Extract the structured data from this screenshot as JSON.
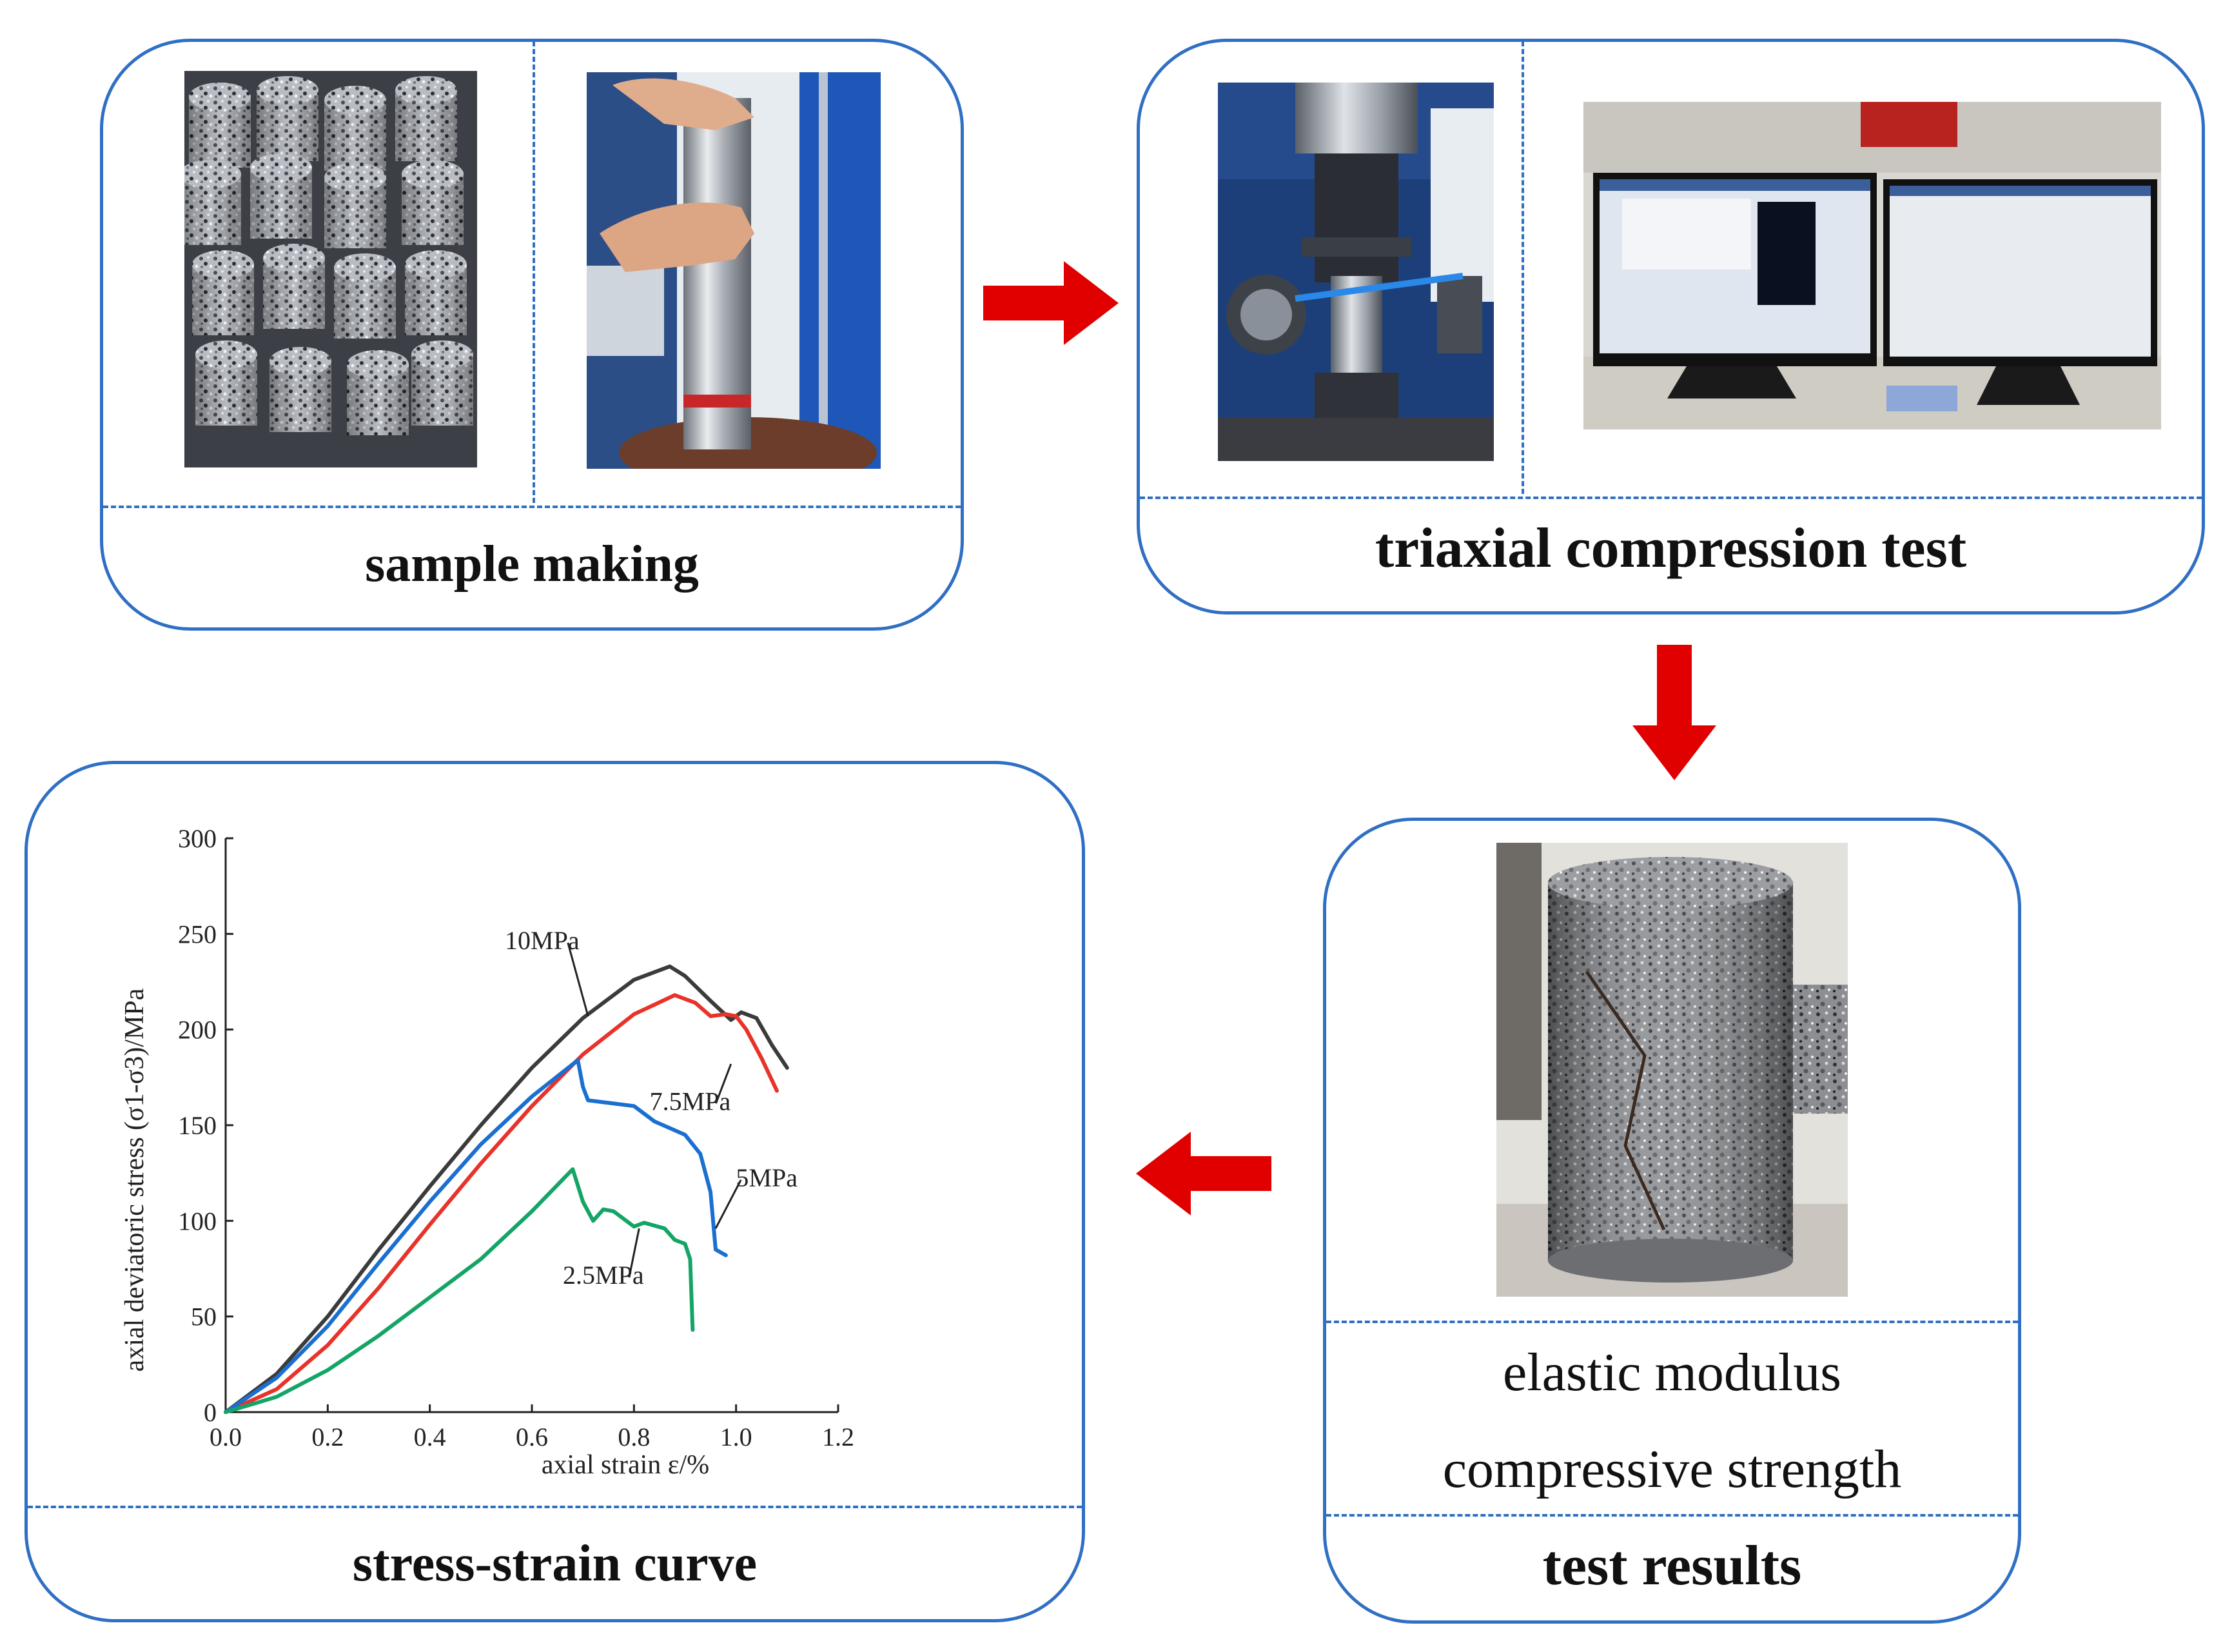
{
  "panels": {
    "sample_making": {
      "caption": "sample making"
    },
    "triaxial": {
      "caption": "triaxial compression test"
    },
    "test_results": {
      "lines": [
        "elastic modulus",
        "compressive strength"
      ],
      "caption": "test results"
    },
    "stress_strain": {
      "caption": "stress-strain curve"
    }
  },
  "colors": {
    "panel_border": "#2f6fc4",
    "arrow": "#e00000"
  },
  "chart_data": {
    "type": "line",
    "xlabel": "axial strain ε/%",
    "ylabel": "axial deviatoric stress (σ1-σ3)/MPa",
    "xlim": [
      0.0,
      1.2
    ],
    "ylim": [
      0,
      300
    ],
    "xticks": [
      "0.0",
      "0.2",
      "0.4",
      "0.6",
      "0.8",
      "1.0",
      "1.2"
    ],
    "yticks": [
      "0",
      "50",
      "100",
      "150",
      "200",
      "250",
      "300"
    ],
    "grid": false,
    "series": [
      {
        "name": "10MPa",
        "color": "#3b3b3b",
        "x": [
          0.0,
          0.1,
          0.2,
          0.3,
          0.4,
          0.5,
          0.6,
          0.7,
          0.8,
          0.87,
          0.9,
          0.95,
          0.99,
          1.01,
          1.04,
          1.07,
          1.1
        ],
        "y": [
          0,
          20,
          50,
          85,
          118,
          150,
          180,
          206,
          226,
          233,
          228,
          215,
          205,
          209,
          206,
          192,
          180
        ]
      },
      {
        "name": "7.5MPa",
        "color": "#e8322a",
        "x": [
          0.0,
          0.1,
          0.2,
          0.3,
          0.4,
          0.5,
          0.6,
          0.7,
          0.8,
          0.88,
          0.92,
          0.95,
          0.98,
          1.0,
          1.02,
          1.05,
          1.08
        ],
        "y": [
          0,
          12,
          35,
          65,
          98,
          130,
          160,
          187,
          208,
          218,
          214,
          207,
          208,
          207,
          200,
          185,
          168
        ]
      },
      {
        "name": "5MPa",
        "color": "#1a6fd0",
        "x": [
          0.0,
          0.1,
          0.2,
          0.3,
          0.4,
          0.5,
          0.6,
          0.69,
          0.7,
          0.71,
          0.74,
          0.8,
          0.84,
          0.9,
          0.93,
          0.95,
          0.96,
          0.98
        ],
        "y": [
          0,
          18,
          45,
          78,
          110,
          140,
          165,
          184,
          170,
          163,
          162,
          160,
          152,
          145,
          135,
          115,
          85,
          82
        ]
      },
      {
        "name": "2.5MPa",
        "color": "#14a566",
        "x": [
          0.0,
          0.1,
          0.2,
          0.3,
          0.4,
          0.5,
          0.6,
          0.68,
          0.7,
          0.72,
          0.74,
          0.76,
          0.8,
          0.82,
          0.86,
          0.88,
          0.9,
          0.91,
          0.915
        ],
        "y": [
          0,
          8,
          22,
          40,
          60,
          80,
          105,
          127,
          110,
          100,
          106,
          105,
          97,
          99,
          96,
          90,
          88,
          80,
          43
        ]
      }
    ],
    "annotations": [
      {
        "text": "10MPa",
        "series": "10MPa"
      },
      {
        "text": "7.5MPa",
        "series": "7.5MPa"
      },
      {
        "text": "5MPa",
        "series": "5MPa"
      },
      {
        "text": "2.5MPa",
        "series": "2.5MPa"
      }
    ]
  }
}
